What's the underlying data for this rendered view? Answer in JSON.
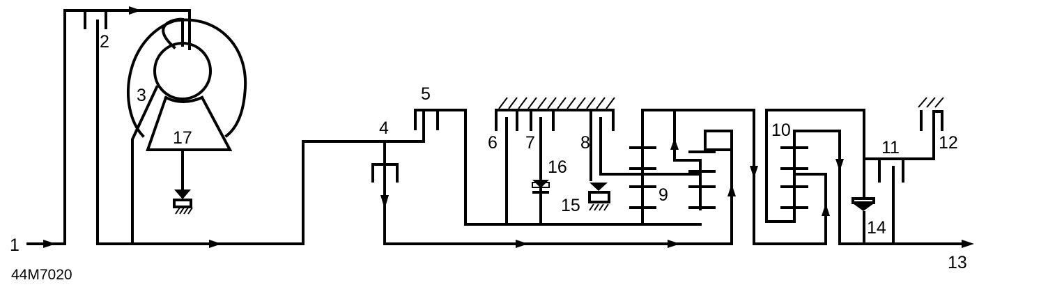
{
  "figure_code": "44M7020",
  "labels": {
    "l1": "1",
    "l2": "2",
    "l3": "3",
    "l4": "4",
    "l5": "5",
    "l6": "6",
    "l7": "7",
    "l8": "8",
    "l9": "9",
    "l10": "10",
    "l11": "11",
    "l12": "12",
    "l13": "13",
    "l14": "14",
    "l15": "15",
    "l16": "16",
    "l17": "17"
  }
}
